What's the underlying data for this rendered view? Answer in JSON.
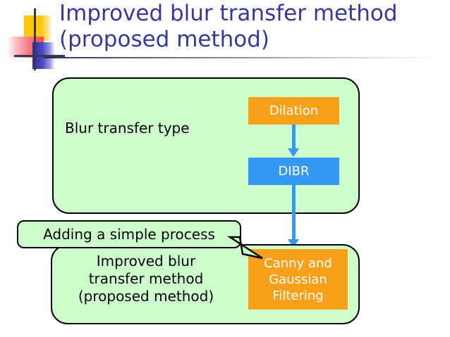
{
  "slide": {
    "title": "Improved blur transfer method\n(proposed method)",
    "title_color": "#36389b",
    "background_color": "#ffffff"
  },
  "logo": {
    "name": "decorative-logo",
    "squares": [
      {
        "name": "yellow-square",
        "color": "#fdc70c"
      },
      {
        "name": "red-square",
        "color": "#f04c54"
      },
      {
        "name": "blue-square",
        "color": "#2c2cae"
      }
    ],
    "crosshair_color": "#3a3a46"
  },
  "diagram": {
    "panel_fill": "#ccffcc",
    "panel_border": "#000000",
    "orange": "#f9a01b",
    "blue": "#3399f5",
    "arrow_color": "#3399f5",
    "top_panel": {
      "label": "Blur transfer type",
      "boxes": [
        {
          "name": "dilation",
          "label": "Dilation",
          "color": "#f9a01b",
          "text_color": "#ffffff"
        },
        {
          "name": "dibr",
          "label": "DIBR",
          "color": "#3399f5",
          "text_color": "#ffffff"
        }
      ]
    },
    "callout": {
      "label": "Adding a simple process"
    },
    "bottom_panel": {
      "label": "Improved blur\ntransfer method\n(proposed method)",
      "boxes": [
        {
          "name": "canny-gaussian",
          "label": "Canny and\nGaussian\nFiltering",
          "color": "#f9a01b",
          "text_color": "#ffffff"
        }
      ]
    },
    "arrows": [
      {
        "name": "arrow-dilation-to-dibr",
        "from": "Dilation",
        "to": "DIBR"
      },
      {
        "name": "arrow-dibr-to-canny",
        "from": "DIBR",
        "to": "Canny and Gaussian Filtering"
      }
    ]
  }
}
